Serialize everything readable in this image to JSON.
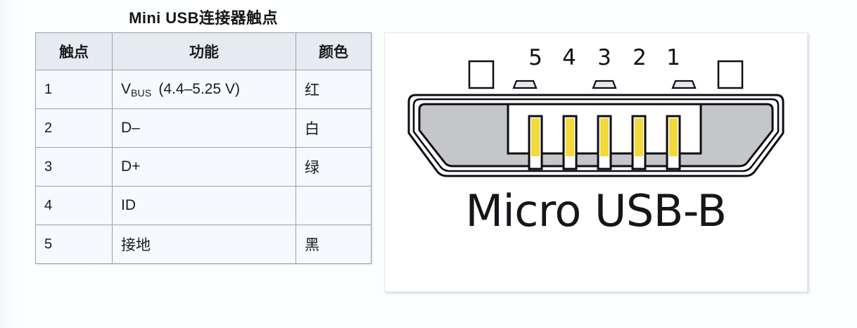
{
  "table": {
    "title": "Mini USB连接器触点",
    "headers": [
      "触点",
      "功能",
      "颜色"
    ],
    "rows": [
      {
        "pin": "1",
        "function_main": "V",
        "function_sub": "BUS",
        "function_tail": "(4.4–5.25 V)",
        "color": "红"
      },
      {
        "pin": "2",
        "function_main": "D–",
        "function_sub": "",
        "function_tail": "",
        "color": "白"
      },
      {
        "pin": "3",
        "function_main": "D+",
        "function_sub": "",
        "function_tail": "",
        "color": "绿"
      },
      {
        "pin": "4",
        "function_main": "ID",
        "function_sub": "",
        "function_tail": "",
        "color": ""
      },
      {
        "pin": "5",
        "function_main": "接地",
        "function_sub": "",
        "function_tail": "",
        "color": "黑"
      }
    ]
  },
  "connector": {
    "caption": "Micro USB-B",
    "pin_labels": [
      "5",
      "4",
      "3",
      "2",
      "1"
    ],
    "colors": {
      "shell_fill": "#c4c6c8",
      "shell_outline": "#0d0d14",
      "window_fill": "#ffffff",
      "contact_fill": "#f2d93c",
      "contact_tip": "#ffffff",
      "panel_bg": "#ffffff"
    }
  }
}
